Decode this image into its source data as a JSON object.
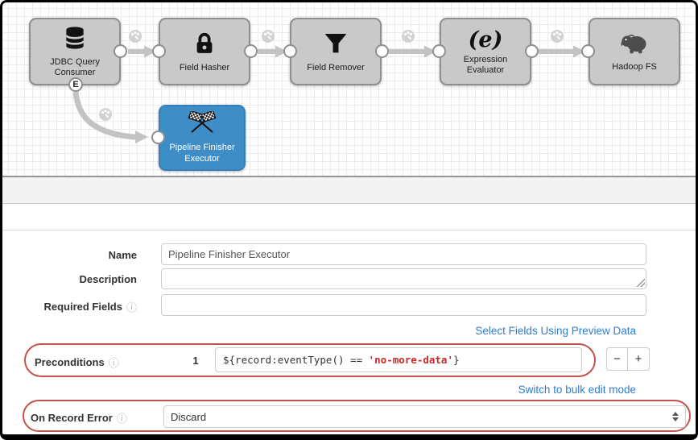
{
  "colors": {
    "stage_fill": "#c9c9c9",
    "stage_border": "#8f8f8f",
    "executor_blue": "#3e8dc7",
    "link_blue": "#2e7dcf",
    "annotation_red": "#c5524e",
    "code_highlight_red": "#c62828",
    "arrow_gray": "#c3c3c3"
  },
  "pipeline": {
    "stages": [
      {
        "label": "JDBC Query Consumer",
        "icon": "database-icon"
      },
      {
        "label": "Field Hasher",
        "icon": "lock-icon"
      },
      {
        "label": "Field Remover",
        "icon": "funnel-icon"
      },
      {
        "label": "Expression Evaluator",
        "icon": "expression-icon",
        "icon_text": "(e)"
      },
      {
        "label": "Hadoop FS",
        "icon": "elephant-icon"
      }
    ],
    "event_stage": {
      "label": "Pipeline Finisher Executor",
      "icon": "checkered-flags-icon"
    },
    "event_port_label": "E"
  },
  "form": {
    "name": {
      "label": "Name",
      "value": "Pipeline Finisher Executor"
    },
    "description": {
      "label": "Description",
      "value": ""
    },
    "required_fields": {
      "label": "Required Fields",
      "value": ""
    },
    "info_icon": "ⓘ",
    "select_fields_link": "Select Fields Using Preview Data",
    "preconditions": {
      "label": "Preconditions",
      "index": "1",
      "value_prefix": "${record:eventType() == ",
      "value_highlight": "'no-more-data'",
      "value_suffix": "}",
      "remove_label": "−",
      "add_label": "+"
    },
    "bulk_edit_link": "Switch to bulk edit mode",
    "on_record_error": {
      "label": "On Record Error",
      "value": "Discard"
    }
  }
}
